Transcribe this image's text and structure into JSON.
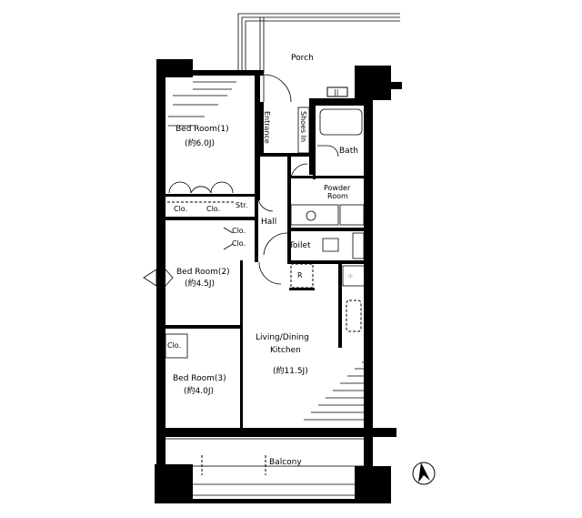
{
  "rooms": {
    "porch": "Porch",
    "entrance": "Entrance",
    "shoes_in": "Shoes In",
    "bath": "Bath",
    "powder_room_1": "Powder",
    "powder_room_2": "Room",
    "hall": "Hall",
    "toilet": "Toilet",
    "bedroom1": "Bed Room(1)",
    "bedroom1_size": "(約6.0J)",
    "bedroom2": "Bed Room(2)",
    "bedroom2_size": "(約4.5J)",
    "bedroom3": "Bed Room(3)",
    "bedroom3_size": "(約4.0J)",
    "ldk_1": "Living/Dining",
    "ldk_2": "Kitchen",
    "ldk_size": "(約11.5J)",
    "balcony": "Balcony",
    "closet": "Clo.",
    "storage": "Str.",
    "refrigerator": "R"
  },
  "icons": {
    "compass": "north-arrow-icon"
  }
}
